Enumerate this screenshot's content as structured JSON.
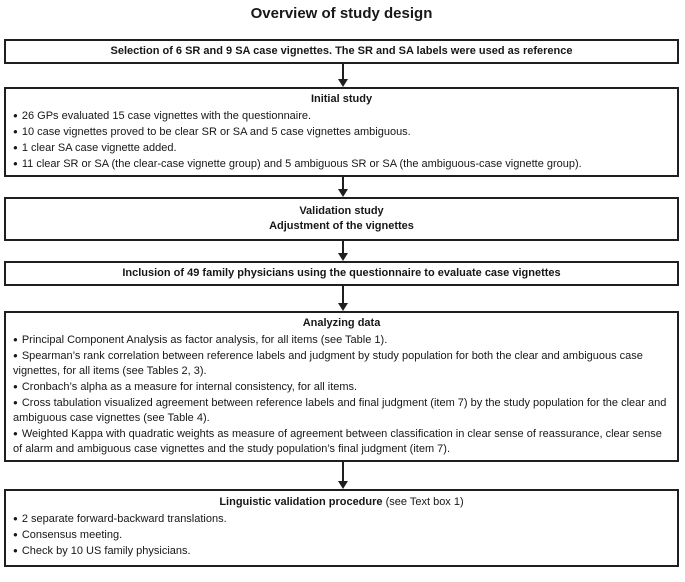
{
  "title": "Overview of study design",
  "glyphs": {
    "bullet": "●"
  },
  "colors": {
    "border": "#1f1f1f",
    "text": "#171717",
    "background": "#ffffff"
  },
  "boxes": {
    "selection": {
      "heading": "Selection of 6 SR and 9 SA case vignettes. The SR and SA labels were used as reference"
    },
    "initial_study": {
      "heading": "Initial study",
      "bullets": [
        "26 GPs evaluated 15 case vignettes with the questionnaire.",
        "10 case vignettes proved to be clear SR or SA and 5 case vignettes ambiguous.",
        "1 clear SA case vignette added.",
        "11 clear SR or SA (the clear-case vignette group) and 5 ambiguous SR or SA (the ambiguous-case vignette group)."
      ]
    },
    "validation_study": {
      "line1": "Validation study",
      "line2": "Adjustment of the vignettes"
    },
    "inclusion": {
      "heading": "Inclusion of 49 family physicians using the questionnaire to evaluate case vignettes"
    },
    "analyzing_data": {
      "heading": "Analyzing data",
      "bullets": [
        "Principal Component Analysis as factor analysis, for all items (see Table 1).",
        "Spearman’s rank correlation between reference labels and judgment by study population for both the clear and ambiguous case vignettes, for all items (see Tables 2, 3).",
        "Cronbach’s alpha as a measure for internal consistency, for all items.",
        "Cross tabulation visualized agreement between reference labels and final judgment (item 7) by the study population for the clear and ambiguous case vignettes (see Table 4).",
        "Weighted Kappa with quadratic weights as measure of agreement between classification in clear sense of reassurance, clear sense of alarm and ambiguous case vignettes and the study population’s final judgment (item 7)."
      ]
    },
    "linguistic_validation": {
      "heading_bold": "Linguistic validation procedure",
      "heading_suffix": " (see Text box 1)",
      "bullets": [
        "2 separate forward-backward translations.",
        "Consensus meeting.",
        "Check by 10 US family physicians."
      ]
    }
  }
}
